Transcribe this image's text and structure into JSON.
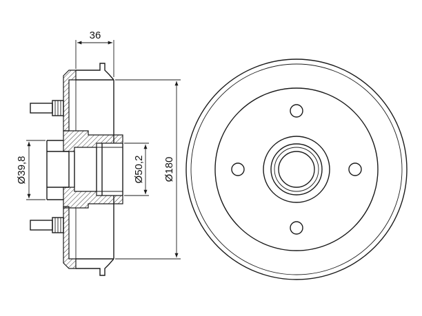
{
  "dimensions": {
    "width_label": "36",
    "bore_small_label": "Ø39,8",
    "bore_large_label": "Ø50,2",
    "drum_diameter_label": "Ø180"
  },
  "colors": {
    "line": "#1a1a1a",
    "background": "#ffffff"
  }
}
